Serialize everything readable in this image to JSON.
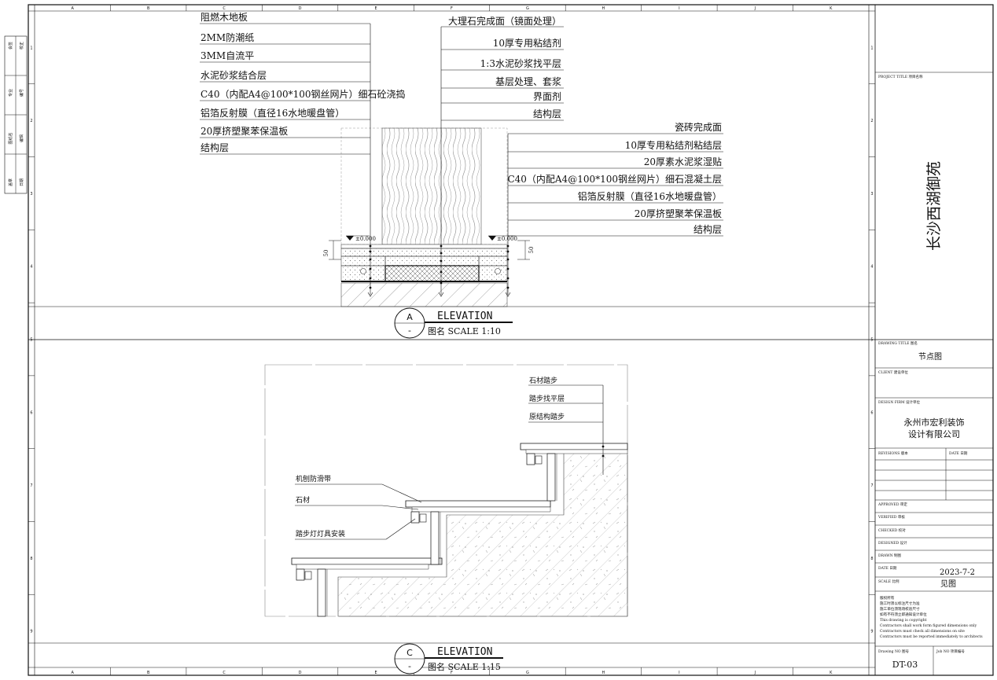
{
  "grid": {
    "cols": [
      "A",
      "B",
      "C",
      "D",
      "E",
      "F",
      "G",
      "H",
      "I",
      "J",
      "K"
    ],
    "rows": [
      "1",
      "2",
      "3",
      "4",
      "5",
      "6",
      "7",
      "8",
      "9"
    ]
  },
  "side_stamps": [
    "会签",
    "校正",
    "专业",
    "编号",
    "图纸名",
    "编辑",
    "盖章",
    "日期"
  ],
  "project_name": "长沙西湖御苑",
  "title_block": {
    "project_title_label": "PROJECT TITLE  项目名称",
    "drawing_title_label": "DRAWING TITLE  图名",
    "drawing_title": "节点图",
    "client_label": "CLIENT  建设单位",
    "design_firm_label": "DESIGN FIRM  设计单位",
    "design_firm_line1": "永州市宏利装饰",
    "design_firm_line2": "设计有限公司",
    "revisions_label": "REVISIONS  版本",
    "date_col_label": "DATE  日期",
    "approved": "APPROVED     审定",
    "verified": "VERIFIED     审核",
    "checked": "CHECKED      校对",
    "designed": "DESIGNED     设计",
    "drawn": "DRAWN        制图",
    "date_label": "DATE         日期",
    "date_value": "2023-7-2",
    "scale_label": "SCALE        比例",
    "scale_value": "见图",
    "notes": [
      "版权所有",
      "施工时须以标注尺寸为准",
      "施工单位须现场校验尺寸",
      "如有不符须立即通知设计单位",
      "This drawing is copyright",
      "Contractors shall work form figured dimensions only",
      "Contractors must check all dimensions on site",
      "Contractors must be reported immediately to architects"
    ],
    "drawing_no_label": "Drawing NO  图号",
    "job_no_label": "Job NO  项目编号",
    "drawing_no": "DT-03"
  },
  "section_a": {
    "bubble_letter": "A",
    "bubble_sub": "-",
    "title": "ELEVATION",
    "subtitle": "图名   SCALE 1:10",
    "level_left": "±0.000",
    "level_right": "±0.000",
    "dim_left": "50",
    "dim_right": "50",
    "labels_left": [
      "阻燃木地板",
      "2MM防潮纸",
      "3MM自流平",
      "水泥砂浆结合层",
      "C40（内配A4@100*100钢丝网片）细石砼浇捣",
      "铝箔反射膜（直径16水地暖盘管）",
      "20厚挤塑聚苯保温板",
      "结构层"
    ],
    "labels_center": [
      "大理石完成面（镜面处理）",
      "10厚专用粘结剂",
      "1:3水泥砂浆找平层",
      "基层处理、套浆",
      "界面剂",
      "结构层"
    ],
    "labels_right": [
      "瓷砖完成面",
      "10厚专用粘结剂粘结层",
      "20厚素水泥浆湿贴",
      "C40（内配A4@100*100钢丝网片）细石混凝土层",
      "铝箔反射膜（直径16水地暖盘管）",
      "20厚挤塑聚苯保温板",
      "结构层"
    ]
  },
  "section_c": {
    "bubble_letter": "C",
    "bubble_sub": "-",
    "title": "ELEVATION",
    "subtitle": "图名   SCALE 1:15",
    "labels_right": [
      "石材踏步",
      "踏步找平层",
      "原结构踏步"
    ],
    "labels_left": [
      "机刨防滑带",
      "石材",
      "踏步灯灯具安装"
    ]
  }
}
